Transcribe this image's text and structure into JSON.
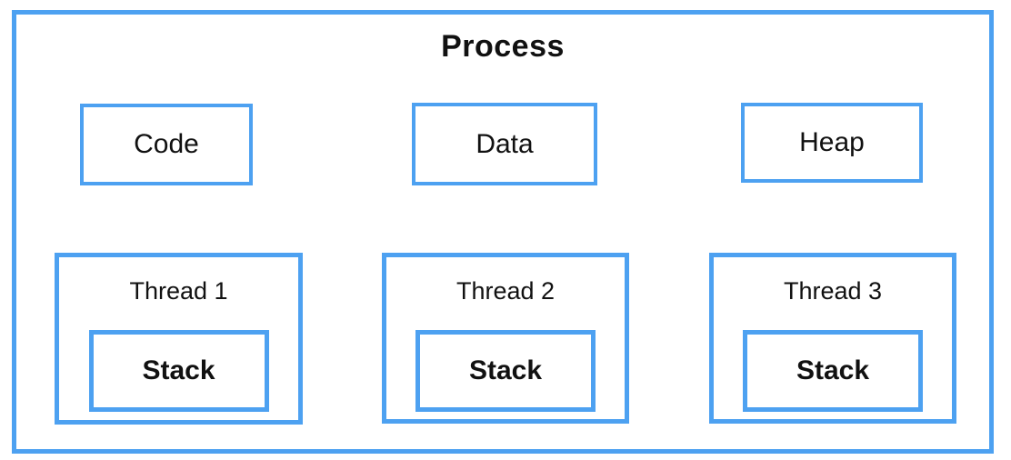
{
  "diagram": {
    "title": "Process",
    "segments": [
      {
        "label": "Code"
      },
      {
        "label": "Data"
      },
      {
        "label": "Heap"
      }
    ],
    "threads": [
      {
        "label": "Thread 1",
        "inner": "Stack"
      },
      {
        "label": "Thread 2",
        "inner": "Stack"
      },
      {
        "label": "Thread 3",
        "inner": "Stack"
      }
    ],
    "colors": {
      "border_blue": "#4da1f1",
      "text": "#111111",
      "background": "#ffffff"
    }
  }
}
